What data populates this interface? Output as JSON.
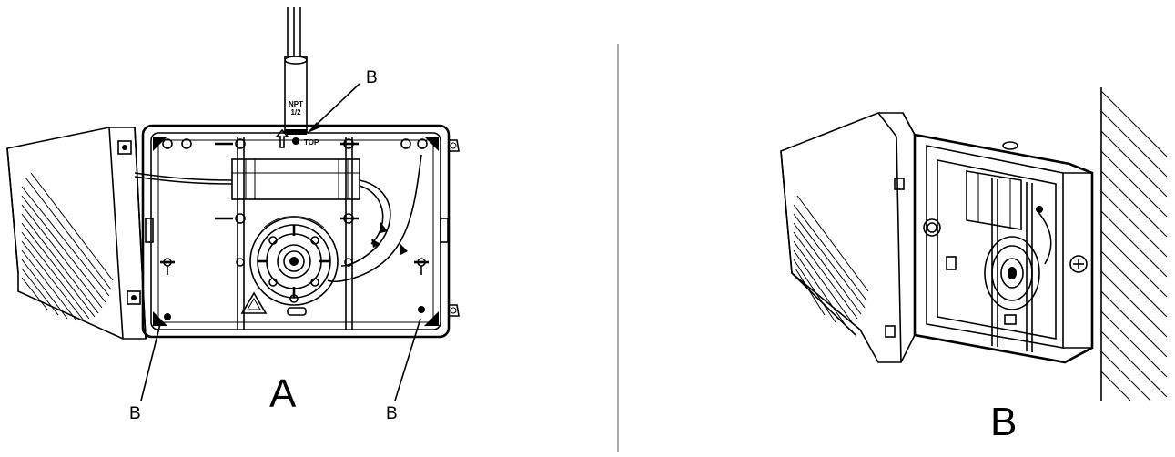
{
  "figure": {
    "panel_a": {
      "caption": "A",
      "callouts": [
        "B",
        "B",
        "B"
      ],
      "pipe_label_line1": "NPT",
      "pipe_label_line2": "1/2",
      "orientation_label": "TOP"
    },
    "panel_b": {
      "caption": "B"
    }
  }
}
